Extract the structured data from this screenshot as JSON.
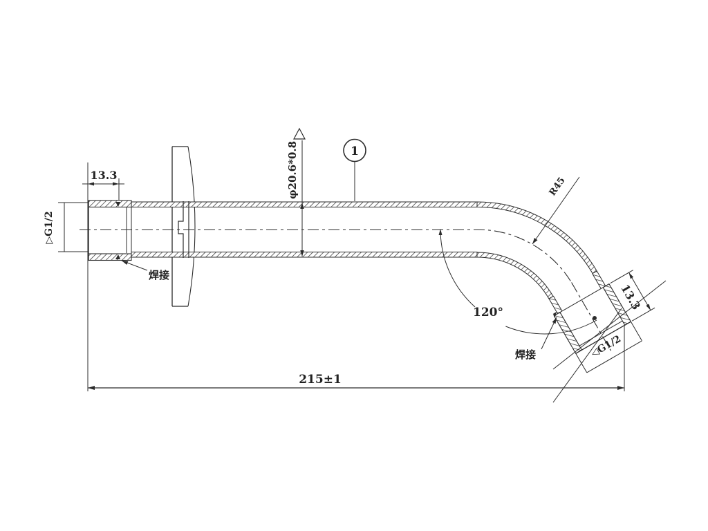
{
  "drawing": {
    "balloon_label": "1",
    "dims": {
      "left_thread_length": "13.3",
      "right_thread_length": "13.3",
      "overall_length": "215±1",
      "tube_spec": "φ20.6*0.8",
      "bend_radius": "R45",
      "bend_angle": "120°"
    },
    "threads": {
      "left": "▷G1/2",
      "right": "◁G1/2"
    },
    "welds": {
      "left": "焊接",
      "right": "焊接"
    },
    "colors": {
      "line": "#2b2b2b",
      "background": "#ffffff"
    }
  }
}
